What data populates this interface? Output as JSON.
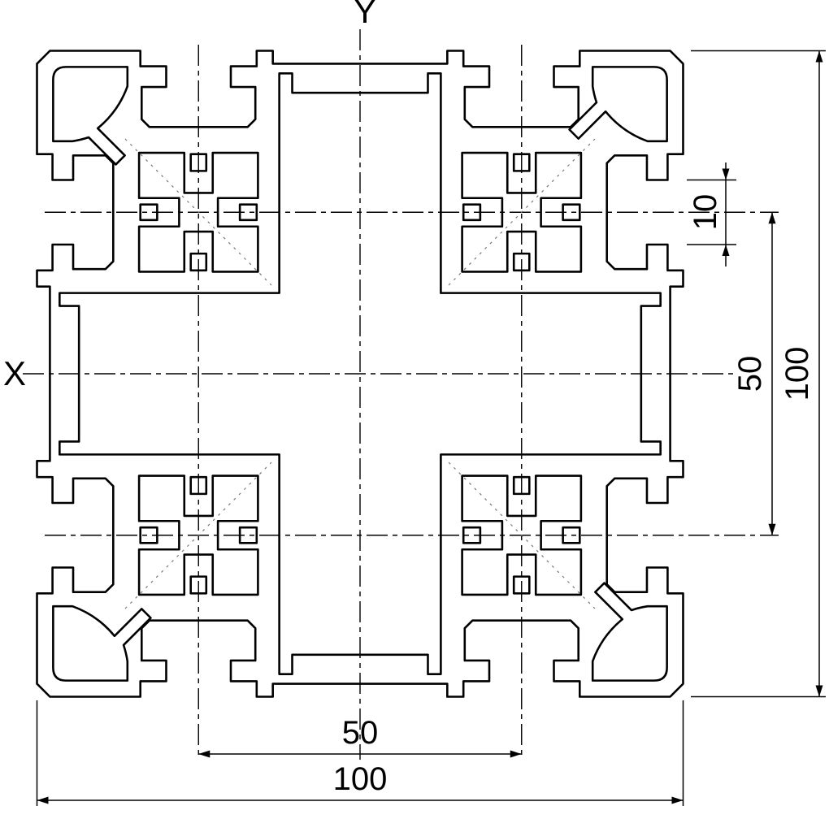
{
  "axes": {
    "x_label": "X",
    "y_label": "Y"
  },
  "dimensions": {
    "bottom_slot_spacing": "50",
    "bottom_overall": "100",
    "right_slot_opening": "10",
    "right_slot_spacing": "50",
    "right_overall": "100"
  },
  "colors": {
    "line": "#000000",
    "background": "#ffffff"
  }
}
